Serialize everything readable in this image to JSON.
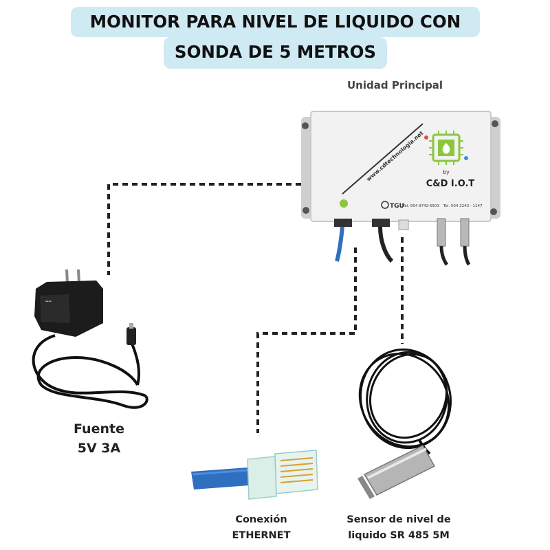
{
  "title": {
    "line1": "MONITOR PARA NIVEL DE LIQUIDO CON",
    "line2": "SONDA DE 5 METROS"
  },
  "main_unit": {
    "label": "Unidad Principal",
    "website": "www.cdtechnologia.net",
    "by_text": "by",
    "brand": "C&D I.O.T",
    "city": "TGU",
    "phone1": "Tel. 504 9742-5503",
    "phone2": "Tel. 504 2243 - 1147"
  },
  "power_supply": {
    "label_line1": "Fuente",
    "label_line2": "5V 3A"
  },
  "ethernet": {
    "label_line1": "Conexión",
    "label_line2": "ETHERNET"
  },
  "sensor": {
    "label_line1": "Sensor de nivel de",
    "label_line2": "liquido SR 485 5M"
  },
  "colors": {
    "title_bg": "#cfeaf3",
    "dashed_line": "#222222",
    "cable_blue": "#2f6fc0",
    "logo_green": "#8cc63f"
  }
}
